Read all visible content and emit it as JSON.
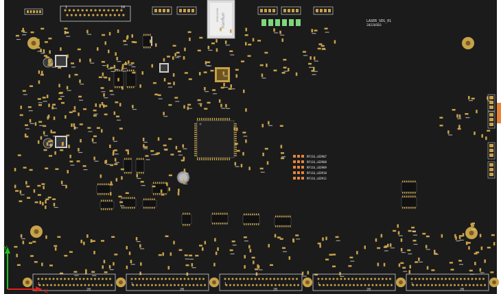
{
  "window": {
    "title": "PCB 3D view"
  },
  "board": {
    "board_label": "LASER_SEG_01",
    "board_date": "20220303",
    "usb_connector_text": "HanRun",
    "usb_connector_subtext": "HR911105A",
    "connector_numbers": {
      "top_left_pin1": "1",
      "top_left_pin14": "14",
      "bottom_1_pin1": "1",
      "bottom_1_pin20": "20",
      "bottom_2_pin1": "1",
      "bottom_2_pin20": "20",
      "bottom_3_pin1": "1",
      "bottom_3_pin20": "20",
      "bottom_4_pin1": "1",
      "bottom_4_pin20": "20",
      "bottom_5_pin1": "1",
      "bottom_5_pin20": "20"
    },
    "led_labels": [
      "RP116,LED907",
      "RP116,LED908",
      "RP116,LED909",
      "RP116,LED910",
      "RP116,LED911"
    ],
    "axis": {
      "y_label": "Y",
      "x_label": "X"
    },
    "colors": {
      "board": "#1b1b1b",
      "pad": "#c8a24a",
      "silkscreen": "#e8e8e8",
      "green_led": "#7ed67e",
      "axis_y": "#22c022",
      "axis_x": "#e02020",
      "edge_accent": "#e8853a"
    }
  }
}
